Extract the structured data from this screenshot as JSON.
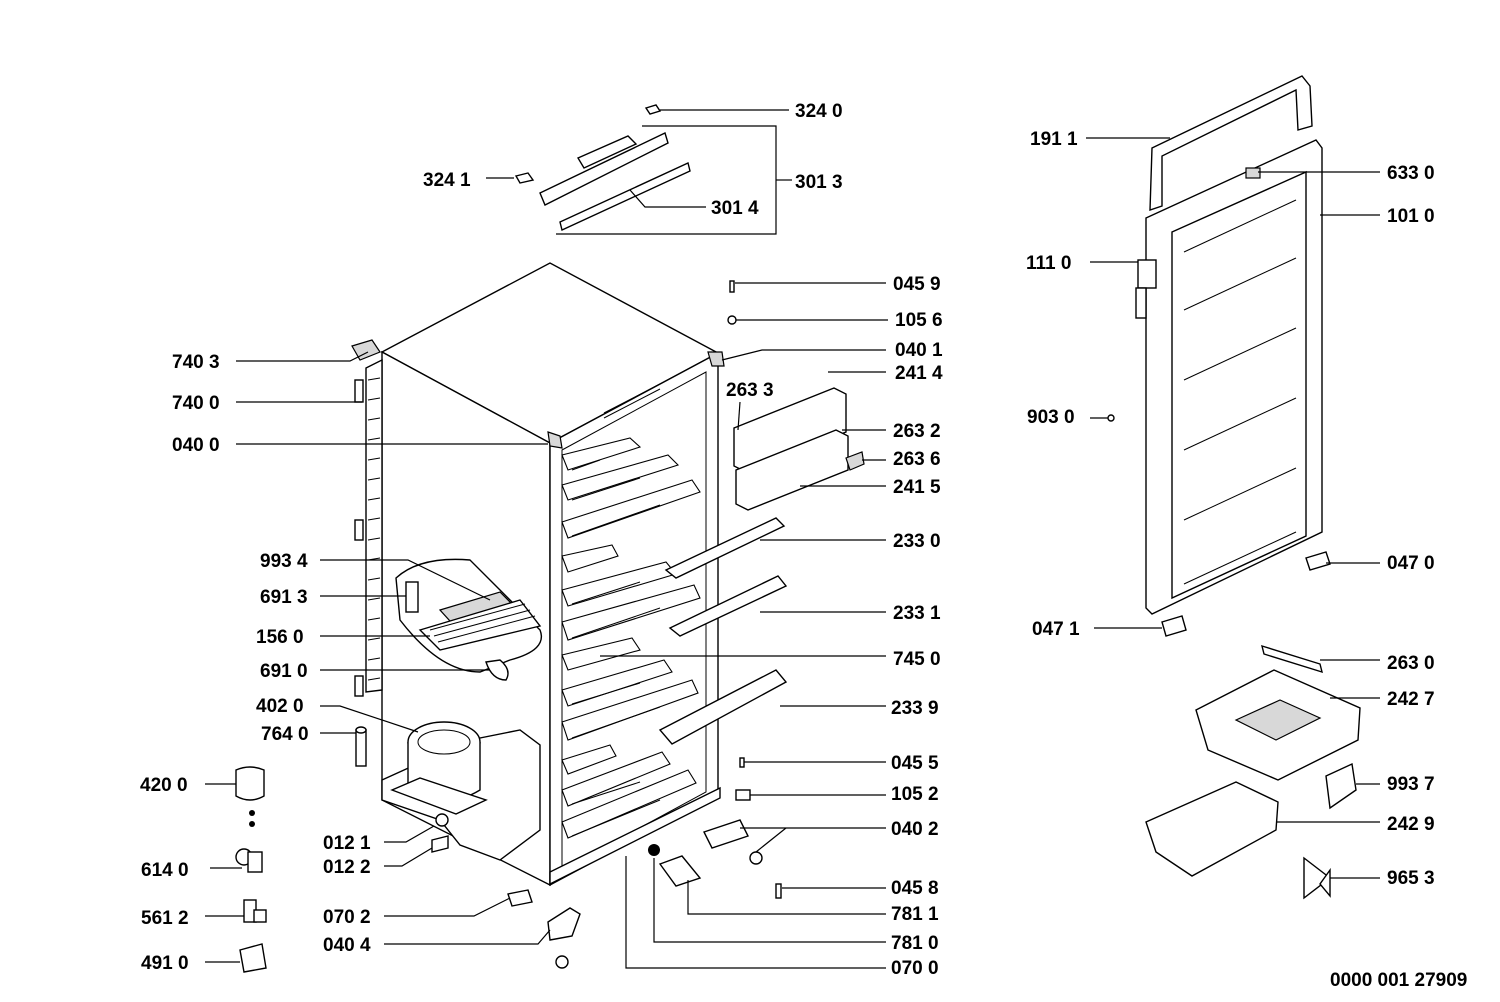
{
  "drawing_number": "0000 001 27909",
  "labels": {
    "p3240": "324 0",
    "p3241": "324 1",
    "p3013": "301 3",
    "p3014": "301 4",
    "p1911": "191 1",
    "p6330": "633 0",
    "p1010": "101 0",
    "p1110": "111 0",
    "p0459": "045 9",
    "p1056": "105 6",
    "p0401": "040 1",
    "p2414": "241 4",
    "p2633": "263 3",
    "p7403": "740 3",
    "p7400": "740 0",
    "p0400": "040 0",
    "p9030": "903 0",
    "p2632": "263 2",
    "p2636": "263 6",
    "p2415": "241 5",
    "p2330": "233 0",
    "p9934": "993 4",
    "p6913": "691 3",
    "p0470": "047 0",
    "p2331": "233 1",
    "p1560": "156 0",
    "p0471": "047 1",
    "p7450": "745 0",
    "p2630": "263 0",
    "p6910": "691 0",
    "p2427": "242 7",
    "p4020": "402 0",
    "p2339": "233 9",
    "p7640": "764 0",
    "p0455": "045 5",
    "p4200": "420 0",
    "p9937": "993 7",
    "p1052": "105 2",
    "p0402": "040 2",
    "p2429": "242 9",
    "p0121": "012 1",
    "p0122": "012 2",
    "p6140": "614 0",
    "p9653": "965 3",
    "p0458": "045 8",
    "p5612": "561 2",
    "p0702": "070 2",
    "p7811": "781 1",
    "p0404": "040 4",
    "p7810": "781 0",
    "p4910": "491 0",
    "p0700": "070 0"
  }
}
